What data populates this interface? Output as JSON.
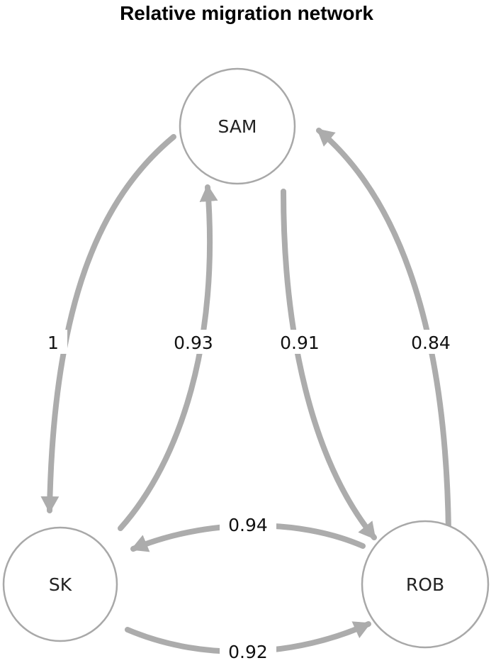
{
  "title": "Relative migration network",
  "colors": {
    "edge": "#acacac",
    "node_stroke": "#a8a8a8",
    "text": "#111111"
  },
  "nodes": {
    "sam": {
      "label": "SAM"
    },
    "sk": {
      "label": "SK"
    },
    "rob": {
      "label": "ROB"
    }
  },
  "edges": [
    {
      "from": "SAM",
      "to": "SK",
      "weight": "1"
    },
    {
      "from": "SK",
      "to": "SAM",
      "weight": "0.93"
    },
    {
      "from": "SAM",
      "to": "ROB",
      "weight": "0.91"
    },
    {
      "from": "ROB",
      "to": "SAM",
      "weight": "0.84"
    },
    {
      "from": "ROB",
      "to": "SK",
      "weight": "0.94"
    },
    {
      "from": "SK",
      "to": "ROB",
      "weight": "0.92"
    }
  ]
}
